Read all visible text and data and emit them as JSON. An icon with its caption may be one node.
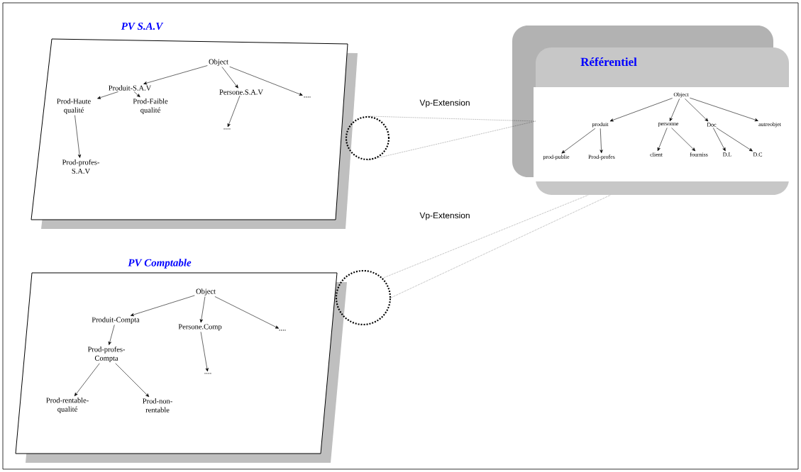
{
  "diagram": {
    "nodes": [
      {
        "text": [
          "PV S.A.V"
        ]
      },
      {
        "text": [
          "Object"
        ],
        "in": 0
      },
      {
        "text": [
          "Produit-S.A.V"
        ],
        "in": 0
      },
      {
        "text": [
          "Persone.S.A.V"
        ],
        "in": 0
      },
      {
        "text": [
          "...."
        ],
        "in": 0
      },
      {
        "text": [
          "Prod-Haute qualité"
        ],
        "in": 0
      },
      {
        "text": [
          "Prod-Faible qualité"
        ],
        "in": 0
      },
      {
        "text": [
          "...."
        ],
        "in": 0
      },
      {
        "text": [
          "Prod-profes-S.A.V"
        ],
        "in": 0
      },
      {
        "text": [
          "PV Comptable"
        ]
      },
      {
        "text": [
          "Object"
        ],
        "in": 9
      },
      {
        "text": [
          "Produit-Compta"
        ],
        "in": 9
      },
      {
        "text": [
          "Persone.Comp"
        ],
        "in": 9
      },
      {
        "text": [
          "...."
        ],
        "in": 9
      },
      {
        "text": [
          "Prod-profes-Compta"
        ],
        "in": 9
      },
      {
        "text": [
          "...."
        ],
        "in": 9
      },
      {
        "text": [
          "Prod-rentable-qualité"
        ],
        "in": 9
      },
      {
        "text": [
          "Prod-non-rentable"
        ],
        "in": 9
      },
      {
        "text": [
          "Référentiel"
        ]
      },
      {
        "text": [
          "Object"
        ],
        "in": 18
      },
      {
        "text": [
          "produit"
        ],
        "in": 18
      },
      {
        "text": [
          "personne"
        ],
        "in": 18
      },
      {
        "text": [
          "Doc"
        ],
        "in": 18
      },
      {
        "text": [
          "autreobjet"
        ],
        "in": 18
      },
      {
        "text": [
          "prod-publie"
        ],
        "in": 18
      },
      {
        "text": [
          "Prod-profes"
        ],
        "in": 18
      },
      {
        "text": [
          "client"
        ],
        "in": 18
      },
      {
        "text": [
          "fourniss"
        ],
        "in": 18
      },
      {
        "text": [
          "D.L"
        ],
        "in": 18
      },
      {
        "text": [
          "D.C"
        ],
        "in": 18
      },
      {
        "text": [],
        "shape": "circle"
      },
      {
        "text": [],
        "shape": "circle"
      }
    ],
    "edges": [
      {
        "from": 1,
        "to": 2,
        "arrow": "to"
      },
      {
        "from": 1,
        "to": 3,
        "arrow": "to"
      },
      {
        "from": 1,
        "to": 4,
        "arrow": "to"
      },
      {
        "from": 2,
        "to": 5,
        "arrow": "to"
      },
      {
        "from": 2,
        "to": 6,
        "arrow": "to"
      },
      {
        "from": 3,
        "to": 7,
        "arrow": "to"
      },
      {
        "from": 5,
        "to": 8,
        "arrow": "to"
      },
      {
        "from": 10,
        "to": 11,
        "arrow": "to"
      },
      {
        "from": 10,
        "to": 12,
        "arrow": "to"
      },
      {
        "from": 10,
        "to": 13,
        "arrow": "to"
      },
      {
        "from": 11,
        "to": 14,
        "arrow": "to"
      },
      {
        "from": 12,
        "to": 15,
        "arrow": "to"
      },
      {
        "from": 14,
        "to": 16,
        "arrow": "to"
      },
      {
        "from": 14,
        "to": 17,
        "arrow": "to"
      },
      {
        "from": 19,
        "to": 20,
        "arrow": "to"
      },
      {
        "from": 19,
        "to": 21,
        "arrow": "to"
      },
      {
        "from": 19,
        "to": 22,
        "arrow": "to"
      },
      {
        "from": 19,
        "to": 23,
        "arrow": "to"
      },
      {
        "from": 20,
        "to": 24,
        "arrow": "to"
      },
      {
        "from": 20,
        "to": 25,
        "arrow": "to"
      },
      {
        "from": 21,
        "to": 26,
        "arrow": "to"
      },
      {
        "from": 21,
        "to": 27,
        "arrow": "to"
      },
      {
        "from": 22,
        "to": 28,
        "arrow": "to"
      },
      {
        "from": 22,
        "to": 29,
        "arrow": "to"
      },
      {
        "from": 30,
        "to": 18,
        "arrow": "none",
        "style": "dashed",
        "label": "Vp-Extension"
      },
      {
        "from": 30,
        "to": 18,
        "arrow": "none",
        "style": "dashed"
      },
      {
        "from": 31,
        "to": 18,
        "arrow": "none",
        "style": "dashed",
        "label": "Vp-Extension"
      },
      {
        "from": 31,
        "to": 18,
        "arrow": "none",
        "style": "dashed"
      }
    ]
  }
}
